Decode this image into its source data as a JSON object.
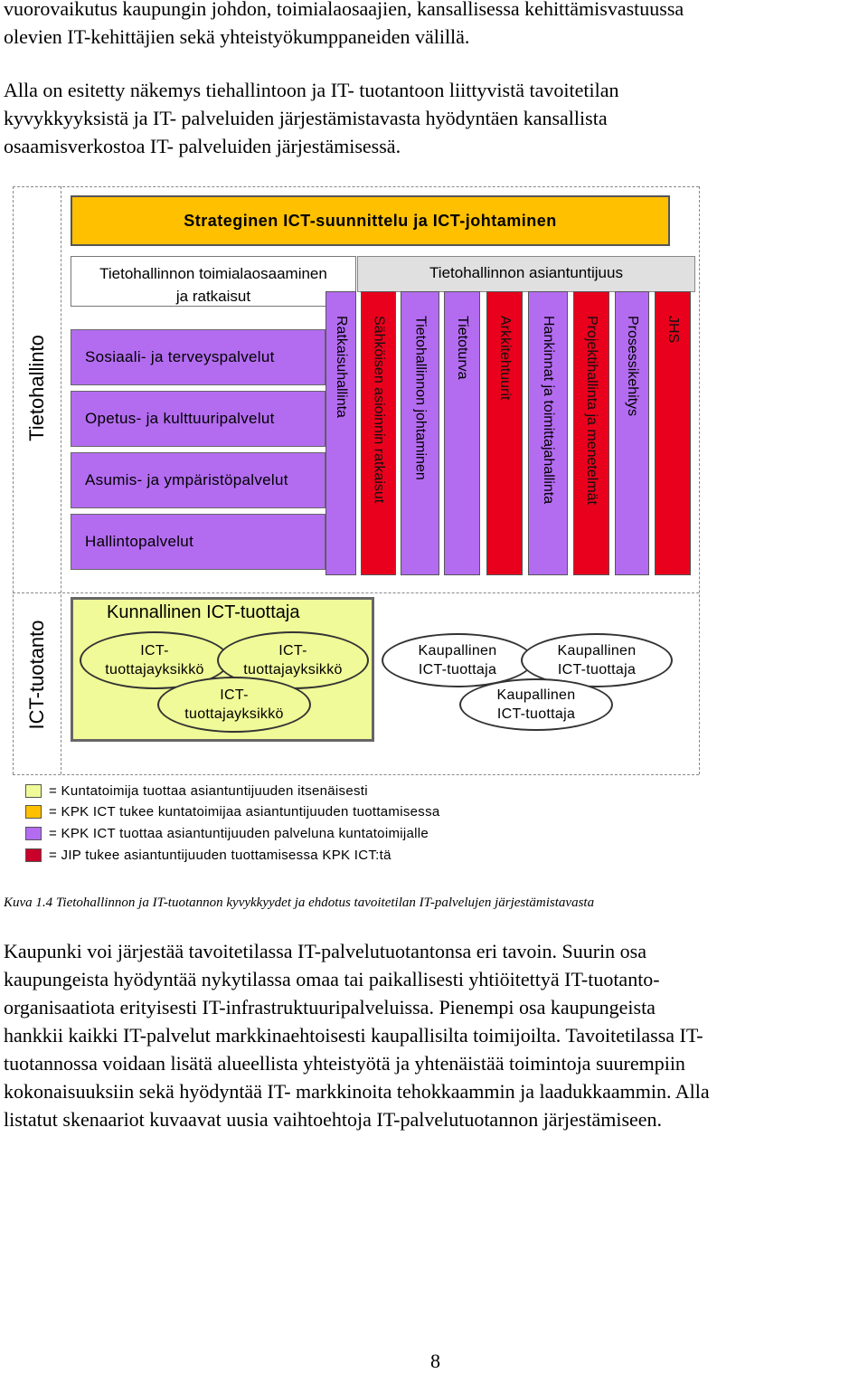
{
  "intro_lines": [
    "vuorovaikutus kaupungin johdon, toimialaosaajien, kansallisessa kehittämisvastuussa",
    "olevien IT-kehittäjien sekä yhteistyökumppaneiden välillä."
  ],
  "para2_lines": [
    "Alla on esitetty näkemys tiehallintoon ja IT- tuotantoon liittyvistä tavoitetilan",
    "kyvykkyyksistä ja IT- palveluiden järjestämistavasta hyödyntäen kansallista",
    "osaamisverkostoa IT- palveluiden järjestämisessä."
  ],
  "diagram": {
    "strategic_title": "Strateginen ICT-suunnittelu ja ICT-johtaminen",
    "left_header": [
      "Tietohallinnon toimialaosaaminen",
      "ja ratkaisut"
    ],
    "right_header": "Tietohallinnon asiantuntijuus",
    "side_labels": {
      "top": "Tietohallinto",
      "bottom": "ICT-tuotanto"
    },
    "services": [
      "Sosiaali- ja terveyspalvelut",
      "Opetus- ja kulttuuripalvelut",
      "Asumis- ja ympäristöpalvelut",
      "Hallintopalvelut"
    ],
    "columns": [
      {
        "label": "Ratkaisuhallinta",
        "color": "#b36cf0"
      },
      {
        "label": "Sähköisen asioinnin ratkaisut",
        "color": "#e8001c"
      },
      {
        "label": "Tietohallinnon johtaminen",
        "color": "#b36cf0"
      },
      {
        "label": "Tietoturva",
        "color": "#b36cf0"
      },
      {
        "label": "Arkkitehtuurit",
        "color": "#e8001c"
      },
      {
        "label": "Hankinnat ja toimittajahallinta",
        "color": "#b36cf0"
      },
      {
        "label": "Projektihallinta ja menetelmät",
        "color": "#e8001c"
      },
      {
        "label": "Prosessikehitys",
        "color": "#b36cf0"
      },
      {
        "label": "JHS",
        "color": "#e8001c"
      }
    ],
    "municipal_title": "Kunnallinen ICT-tuottaja",
    "unit_lines": [
      "ICT-",
      "tuottajayksikkö"
    ],
    "commercial_lines": [
      "Kaupallinen",
      "ICT-tuottaja"
    ],
    "legend": [
      {
        "color": "#f0fa98",
        "text": "= Kuntatoimija tuottaa asiantuntijuuden itsenäisesti"
      },
      {
        "color": "#ffc000",
        "text": "= KPK ICT tukee kuntatoimijaa asiantuntijuuden tuottamisessa"
      },
      {
        "color": "#b36cf0",
        "text": "= KPK ICT tuottaa asiantuntijuuden palveluna kuntatoimijalle"
      },
      {
        "color": "#c8002a",
        "text": "= JIP tukee asiantuntijuuden tuottamisessa KPK ICT:tä"
      }
    ]
  },
  "caption": "Kuva 1.4 Tietohallinnon ja IT-tuotannon kyvykkyydet ja ehdotus tavoitetilan IT-palvelujen järjestämistavasta",
  "para3_lines": [
    "Kaupunki voi järjestää tavoitetilassa IT-palvelutuotantonsa eri tavoin. Suurin osa",
    "kaupungeista hyödyntää nykytilassa omaa tai paikallisesti yhtiöitettyä IT-tuotanto-",
    "organisaatiota erityisesti IT-infrastruktuuripalveluissa. Pienempi osa kaupungeista",
    "hankkii kaikki IT-palvelut markkinaehtoisesti kaupallisilta toimijoilta. Tavoitetilassa IT-",
    "tuotannossa voidaan lisätä alueellista yhteistyötä ja yhtenäistää toimintoja suurempiin",
    "kokonaisuuksiin sekä hyödyntää IT- markkinoita tehokkaammin ja laadukkaammin. Alla",
    "listatut skenaariot kuvaavat uusia vaihtoehtoja IT-palvelutuotannon järjestämiseen."
  ],
  "page_number": "8"
}
